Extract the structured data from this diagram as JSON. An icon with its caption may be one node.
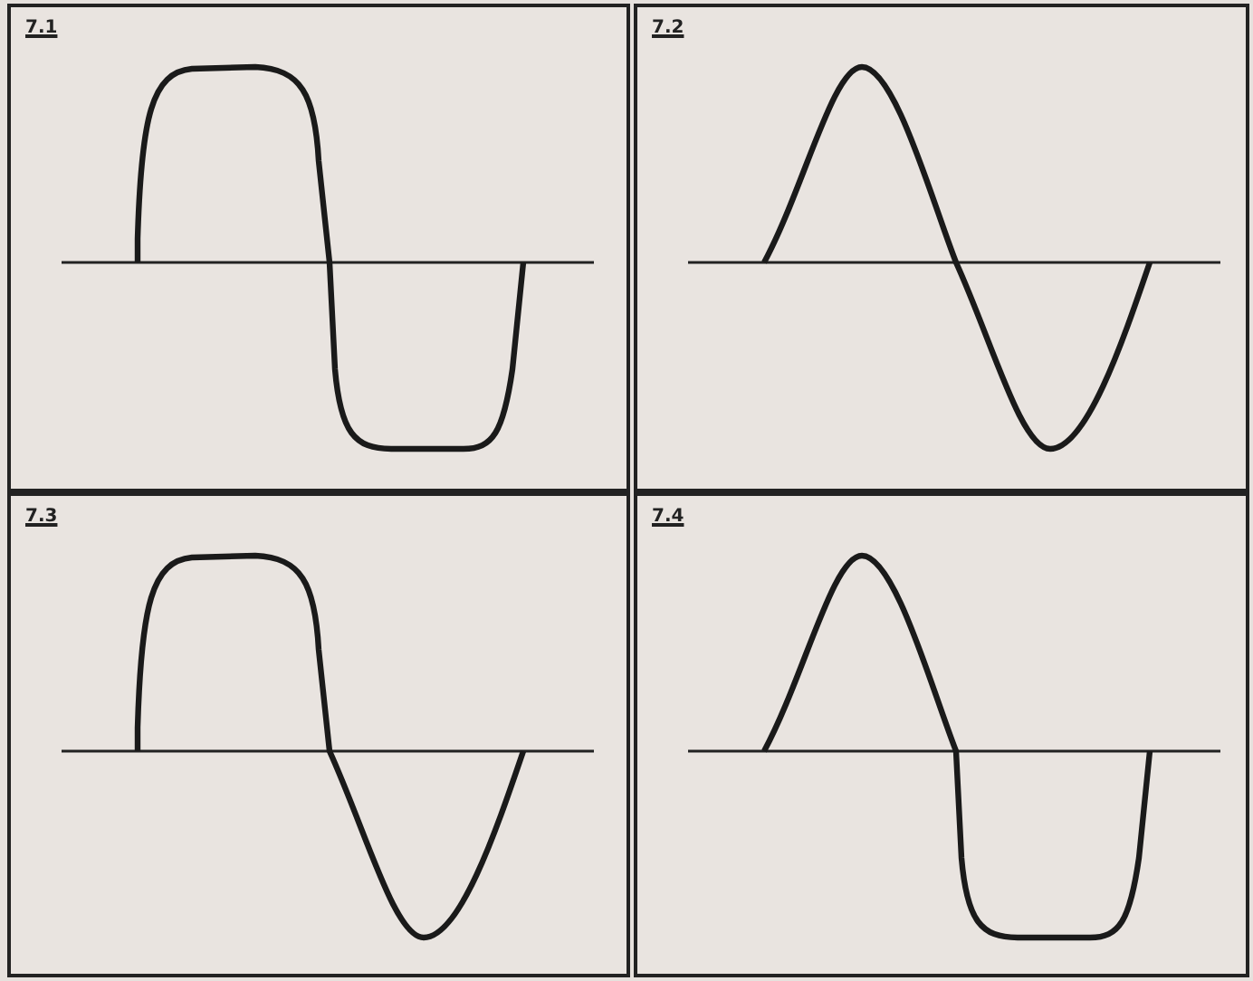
{
  "diagram": {
    "nodes": [
      {
        "text": [
          "7.1"
        ]
      },
      {
        "text": [
          "7.2"
        ]
      },
      {
        "text": [
          "7.3"
        ]
      },
      {
        "text": [
          "7.4"
        ]
      }
    ]
  }
}
